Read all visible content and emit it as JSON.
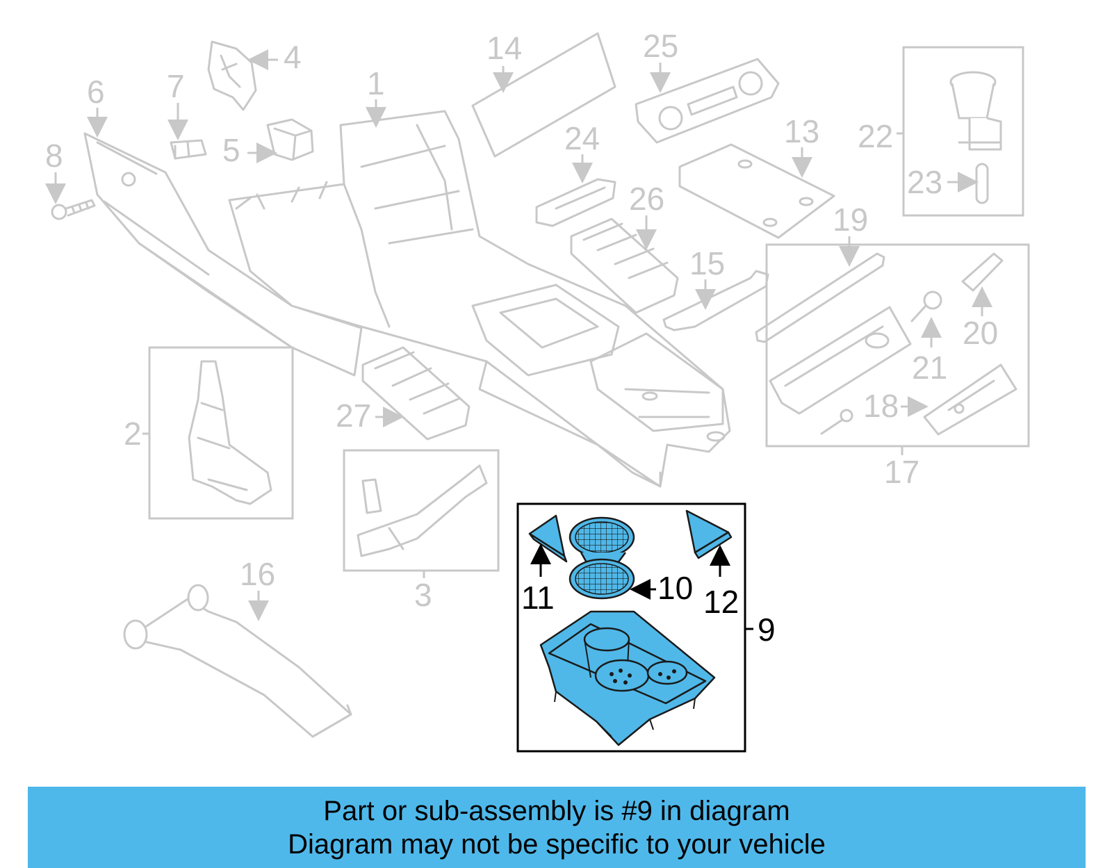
{
  "callouts": {
    "c1": "1",
    "c2": "2",
    "c3": "3",
    "c4": "4",
    "c5": "5",
    "c6": "6",
    "c7": "7",
    "c8": "8",
    "c9": "9",
    "c10": "10",
    "c11": "11",
    "c12": "12",
    "c13": "13",
    "c14": "14",
    "c15": "15",
    "c16": "16",
    "c17": "17",
    "c18": "18",
    "c19": "19",
    "c20": "20",
    "c21": "21",
    "c22": "22",
    "c23": "23",
    "c24": "24",
    "c25": "25",
    "c26": "26",
    "c27": "27"
  },
  "highlight_color": "#4fb8e8",
  "banner": {
    "line1": "Part or sub-assembly is #9 in diagram",
    "line2": "Diagram may not be specific to your vehicle",
    "background": "#4fb8ea"
  }
}
